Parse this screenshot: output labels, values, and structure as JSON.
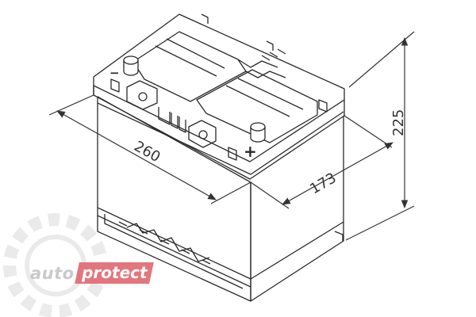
{
  "watermark": {
    "left_text": "auto",
    "right_text": "protect"
  },
  "dimensions": {
    "length": "260",
    "width": "173",
    "height": "225"
  },
  "terminals": {
    "positive": "+",
    "negative": "−"
  },
  "colors": {
    "line": "#2a2a2a",
    "dim_line": "#333333",
    "watermark_gray": "#c9c9c9",
    "watermark_red": "#e3767c"
  }
}
